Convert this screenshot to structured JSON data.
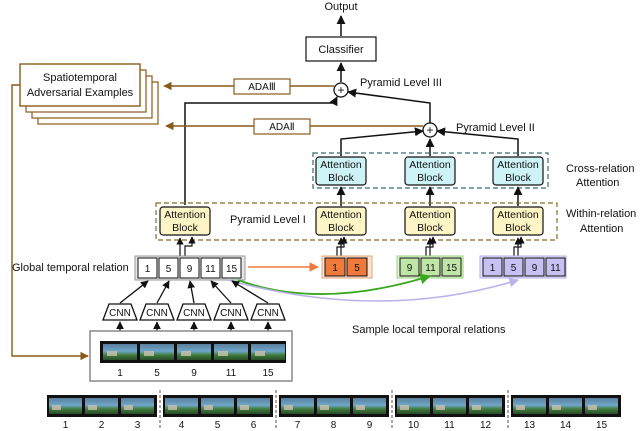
{
  "output_label": "Output",
  "classifier_label": "Classifier",
  "adversarial_label_line1": "Spatiotemporal",
  "adversarial_label_line2": "Adversarial Examples",
  "ada3_label": "ADAⅢ",
  "ada2_label": "ADAⅡ",
  "pyramid_level_3": "Pyramid Level III",
  "pyramid_level_2": "Pyramid Level II",
  "pyramid_level_1": "Pyramid Level I",
  "attention_line1": "Attention",
  "attention_line2": "Block",
  "cross_relation_line1": "Cross-relation",
  "cross_relation_line2": "Attention",
  "within_relation_line1": "Within-relation",
  "within_relation_line2": "Attention",
  "global_relation_label": "Global temporal relation",
  "global_frames": [
    "1",
    "5",
    "9",
    "11",
    "15"
  ],
  "local_orange": [
    "1",
    "5"
  ],
  "local_green": [
    "9",
    "11",
    "15"
  ],
  "local_purple": [
    "1",
    "5",
    "9",
    "11"
  ],
  "cnn_label": "CNN",
  "sample_local_label": "Sample local temporal relations",
  "sampled_frame_numbers": [
    "1",
    "5",
    "9",
    "11",
    "15"
  ],
  "all_frame_numbers": [
    "1",
    "2",
    "3",
    "4",
    "5",
    "6",
    "7",
    "8",
    "9",
    "10",
    "11",
    "12",
    "13",
    "14",
    "15"
  ],
  "colors": {
    "classifier": "#ffffff",
    "attention_cross": "#cdf3f6",
    "attention_within": "#fdf5c6",
    "orange": "#f07a3c",
    "green": "#bfe6a6",
    "purple": "#c7c0f2",
    "adv_brown": "#8a5a1a",
    "green_arrow": "#3aa81e",
    "purple_arrow": "#b9b4ec"
  }
}
